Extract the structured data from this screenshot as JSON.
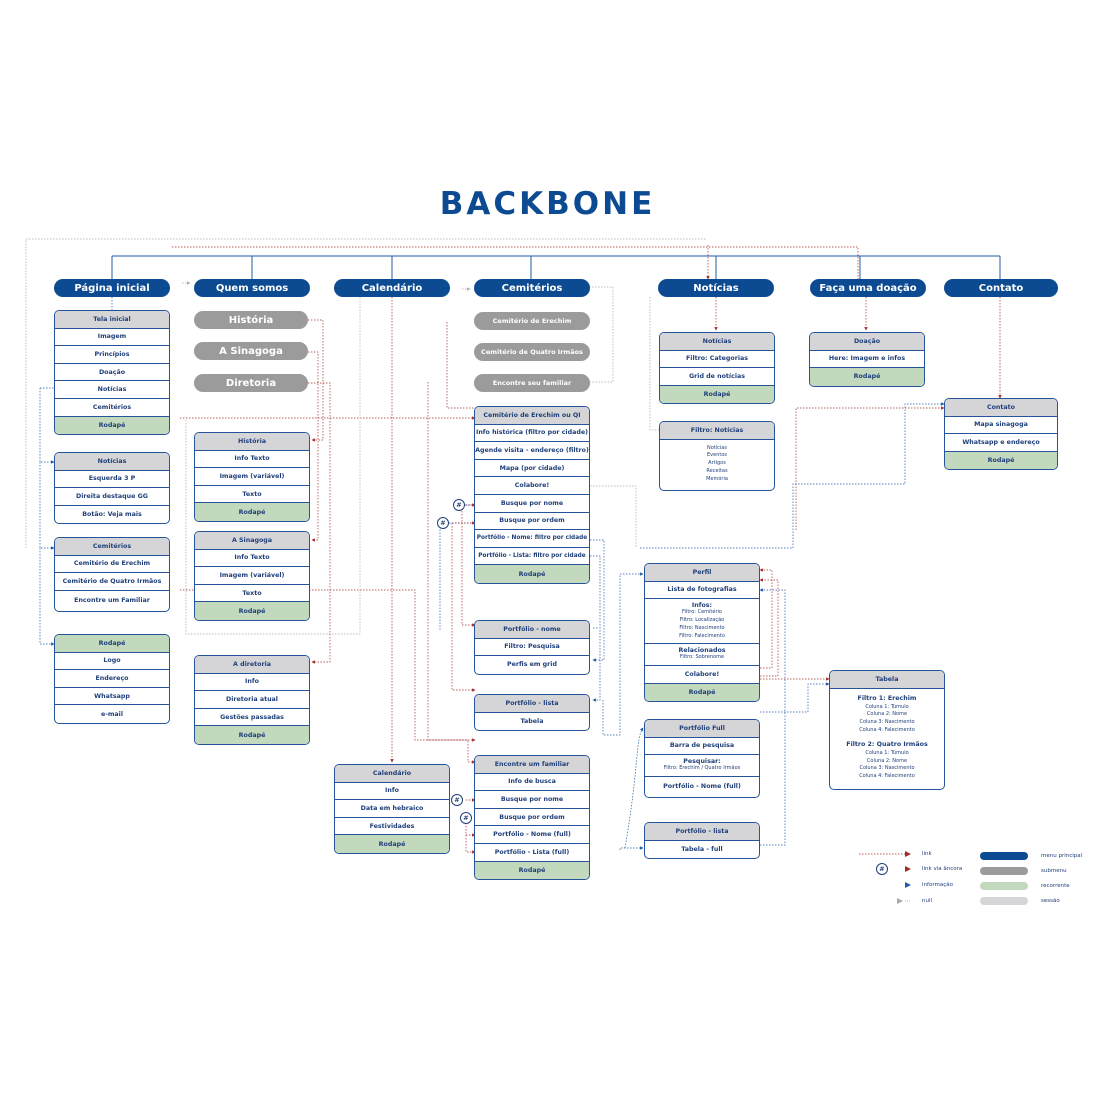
{
  "title": "BACKBONE",
  "colors": {
    "menu": "#0c4a92",
    "submenu": "#9b9b9b",
    "section": "#d5d5d8",
    "recurring": "#c3d9bd",
    "link": "#a32b2b",
    "info": "#1f5aa6"
  },
  "menu": [
    "Página inicial",
    "Quem somos",
    "Calendário",
    "Cemitérios",
    "Notícias",
    "Faça uma doação",
    "Contato"
  ],
  "submenus": {
    "quem": [
      "História",
      "A Sinagoga",
      "Diretoria"
    ],
    "cemiterios": [
      "Cemitério de Erechim",
      "Cemitério de Quatro Irmãos",
      "Encontre seu familiar"
    ]
  },
  "boxes": {
    "tela": {
      "head": "Tela inicial",
      "rows": [
        "Imagem",
        "Princípios",
        "Doação",
        "Notícias",
        "Cemitérios"
      ],
      "foot": "Rodapé"
    },
    "noticias_home": {
      "head": "Notícias",
      "rows": [
        "Esquerda 3 P",
        "Direita destaque GG",
        "Botão: Veja mais"
      ]
    },
    "cemiterios_home": {
      "head": "Cemitérios",
      "rows": [
        "Cemitério de Erechim",
        "Cemitério de Quatro Irmãos",
        "Encontre um Familiar"
      ]
    },
    "rodape": {
      "head": "Rodapé",
      "rows": [
        "Logo",
        "Endereço",
        "Whatsapp",
        "e-mail"
      ]
    },
    "historia": {
      "head": "História",
      "rows": [
        "Info Texto",
        "Imagem (variável)",
        "Texto"
      ],
      "foot": "Rodapé"
    },
    "sinagoga": {
      "head": "A Sinagoga",
      "rows": [
        "Info Texto",
        "Imagem (variável)",
        "Texto"
      ],
      "foot": "Rodapé"
    },
    "diretoria": {
      "head": "A diretoria",
      "rows": [
        "Info",
        "Diretoria atual",
        "Gestões passadas"
      ],
      "foot": "Rodapé"
    },
    "calendario": {
      "head": "Calendário",
      "rows": [
        "Info",
        "Data em hebraico",
        "Festividades"
      ],
      "foot": "Rodapé"
    },
    "cemiterio_gi": {
      "head": "Cemitério de Erechim ou QI",
      "rows": [
        "Info histórica (filtro por cidade)",
        "Agende visita - endereço (filtro)",
        "Mapa (por cidade)",
        "Colabore!",
        "Busque por nome",
        "Busque por ordem",
        "Portfólio - Nome: filtro por cidade",
        "Portfólio - Lista: filtro por cidade"
      ],
      "foot": "Rodapé"
    },
    "portfolio_nome": {
      "head": "Portfólio - nome",
      "rows": [
        "Filtro: Pesquisa",
        "Perfis em grid"
      ]
    },
    "portfolio_lista": {
      "head": "Portfólio - lista",
      "rows": [
        "Tabela"
      ]
    },
    "encontre": {
      "head": "Encontre um familiar",
      "rows": [
        "Info de busca",
        "Busque por nome",
        "Busque por ordem",
        "Portfólio - Nome (full)",
        "Portfólio - Lista (full)"
      ],
      "foot": "Rodapé"
    },
    "noticias": {
      "head": "Notícias",
      "rows": [
        "Filtro: Categorias",
        "Grid de notícias"
      ],
      "foot": "Rodapé"
    },
    "filtro_noticias": {
      "head": "Filtro: Notícias",
      "items": [
        "Notícias",
        "Eventos",
        "Artigos",
        "Receitas",
        "Memória"
      ]
    },
    "perfil": {
      "head": "Perfil",
      "row1": "Lista de fotografias",
      "infos_title": "Infos:",
      "infos": [
        "Filtro: Cemitério",
        "Filtro: Localização",
        "Filtro: Nascimento",
        "Filtro: Falecimento"
      ],
      "rel_title": "Relacionados",
      "rel_sub": "Filtro: Sobrenome",
      "colabore": "Colabore!",
      "foot": "Rodapé"
    },
    "portfolio_full": {
      "head": "Portfólio Full",
      "row1": "Barra de pesquisa",
      "pesq_title": "Pesquisar:",
      "pesq_sub": "Filtro: Erechim / Quatro Irmãos",
      "row3": "Portfólio - Nome (full)"
    },
    "portfolio_lista2": {
      "head": "Portfólio - lista",
      "rows": [
        "Tabela - full"
      ]
    },
    "doacao": {
      "head": "Doação",
      "rows": [
        "Here: Imagem e infos"
      ],
      "foot": "Rodapé"
    },
    "contato": {
      "head": "Contato",
      "rows": [
        "Mapa sinagoga",
        "Whatsapp e endereço"
      ],
      "foot": "Rodapé"
    },
    "tabela": {
      "head": "Tabela",
      "f1": "Filtro 1: Erechim",
      "f2": "Filtro 2: Quatro Irmãos",
      "cols": [
        "Coluna 1: Túmulo",
        "Coluna 2: Nome",
        "Coluna 3: Nascimento",
        "Coluna 4: Falecimento"
      ]
    }
  },
  "legend": {
    "link": "link",
    "anchor": "link via âncora",
    "info": "informação",
    "null": "null",
    "menu": "menu principal",
    "submenu": "submenu",
    "recurring": "recorrente",
    "section": "sessão",
    "hash": "#"
  }
}
